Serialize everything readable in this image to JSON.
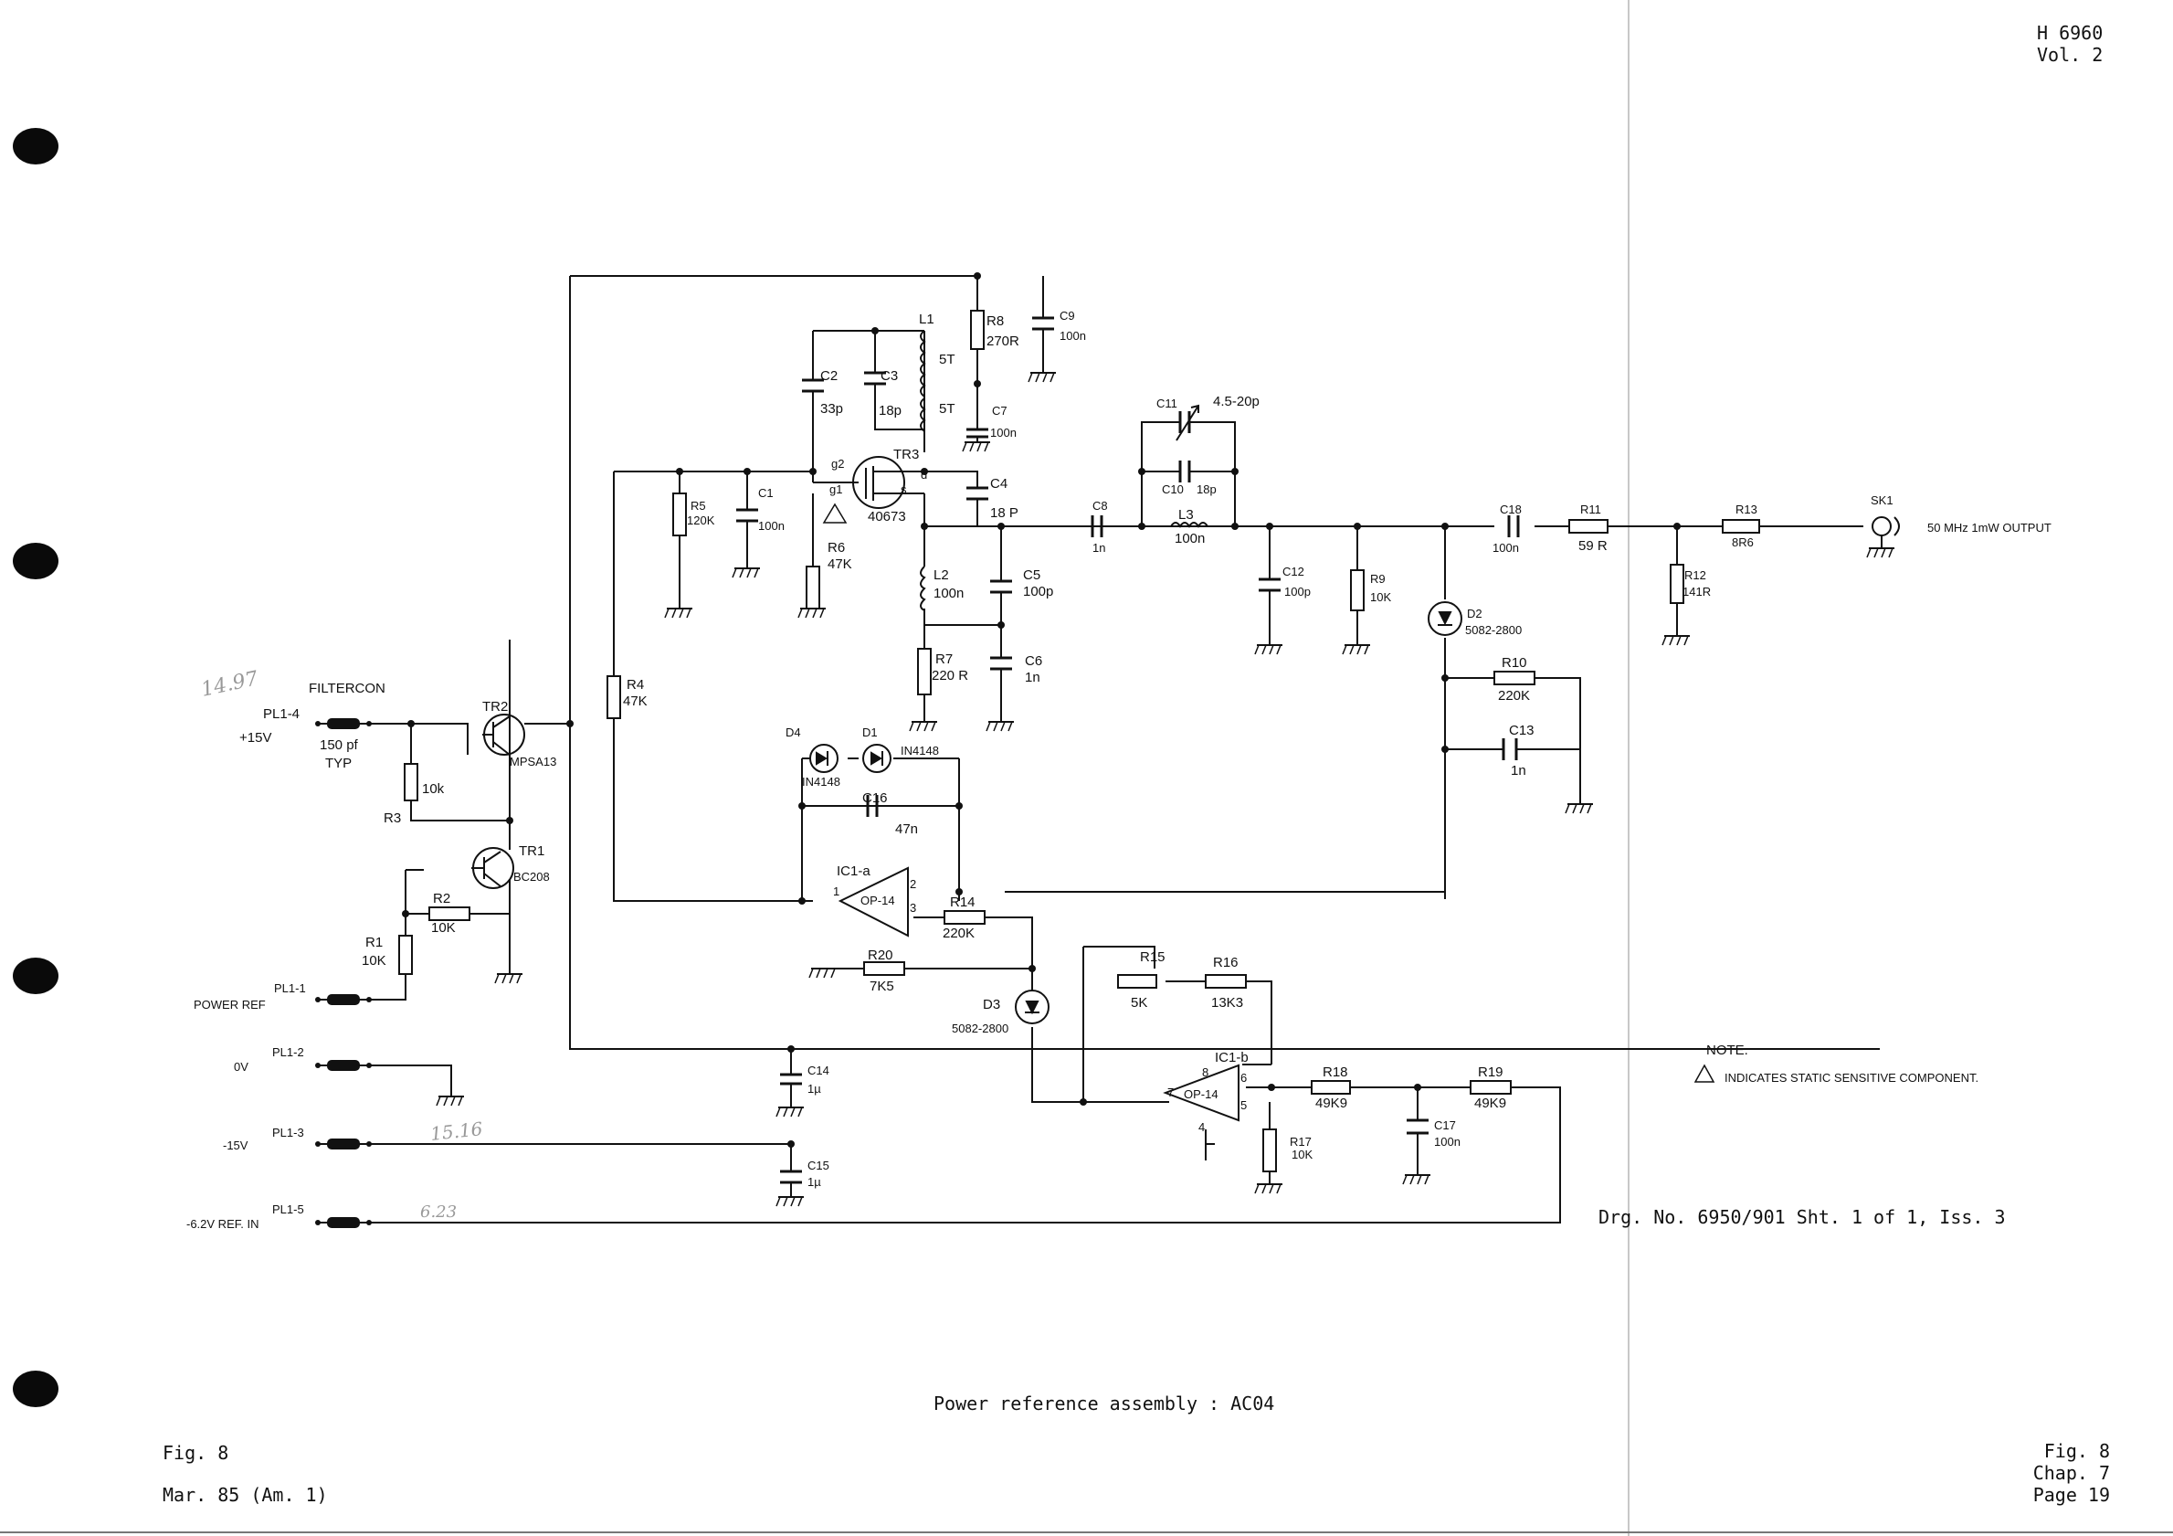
{
  "header": {
    "model": "H 6960",
    "volume": "Vol. 2"
  },
  "drawing_number": "Drg. No. 6950/901 Sht. 1 of 1, Iss. 3",
  "caption": "Power reference assembly : AC04",
  "footer_left": {
    "figure": "Fig. 8",
    "date": "Mar. 85 (Am. 1)"
  },
  "footer_right": {
    "figure": "Fig. 8",
    "chapter": "Chap. 7",
    "page": "Page 19"
  },
  "note": {
    "title": "NOTE.",
    "text": "INDICATES STATIC SENSITIVE COMPONENT."
  },
  "connectors": {
    "filtercon": "FILTERCON",
    "pl1_4": "PL1-4",
    "pl1_4_net": "+15V",
    "filter_value": "150 pf",
    "filter_typ": "TYP",
    "pl1_1": "PL1-1",
    "pl1_1_net": "POWER REF",
    "pl1_2": "PL1-2",
    "pl1_2_net": "0V",
    "pl1_3": "PL1-3",
    "pl1_3_net": "-15V",
    "pl1_5": "PL1-5",
    "pl1_5_net": "-6.2V REF. IN",
    "sk1": "SK1",
    "output": "50 MHz 1mW OUTPUT"
  },
  "handwritten": {
    "v1": "14.97",
    "v2": "15.16",
    "v3": "6.23"
  },
  "components": {
    "tr1": "TR1",
    "tr1_type": "BC208",
    "tr2": "TR2",
    "tr2_type": "MPSA13",
    "tr3": "TR3",
    "tr3_type": "40673",
    "tr3_g2": "g2",
    "tr3_g1": "g1",
    "tr3_d": "d",
    "tr3_s": "s",
    "ic1a": "IC1-a",
    "ic1a_type": "OP-14",
    "ic1a_p1": "1",
    "ic1a_p2": "2",
    "ic1a_p3": "3",
    "ic1b": "IC1-b",
    "ic1b_type": "OP-14",
    "ic1b_p4": "4",
    "ic1b_p5": "5",
    "ic1b_p6": "6",
    "ic1b_p7": "7",
    "ic1b_p8": "8",
    "r1": "R1",
    "r1_val": "10K",
    "r2": "R2",
    "r2_val": "10K",
    "r3": "R3",
    "r3_val": "10k",
    "r4": "R4",
    "r4_val": "47K",
    "r5": "R5",
    "r5_val": "120K",
    "r6": "R6",
    "r6_val": "47K",
    "r7": "R7",
    "r7_val": "220 R",
    "r8": "R8",
    "r8_val": "270R",
    "r9": "R9",
    "r9_val": "10K",
    "r10": "R10",
    "r10_val": "220K",
    "r11": "R11",
    "r11_val": "59 R",
    "r12": "R12",
    "r12_val": "141R",
    "r13": "R13",
    "r13_val": "8R6",
    "r14": "R14",
    "r14_val": "220K",
    "r15": "R15",
    "r15_val": "5K",
    "r16": "R16",
    "r16_val": "13K3",
    "r17": "R17",
    "r17_val": "10K",
    "r18": "R18",
    "r18_val": "49K9",
    "r19": "R19",
    "r19_val": "49K9",
    "r20": "R20",
    "r20_val": "7K5",
    "c1": "C1",
    "c1_val": "100n",
    "c2": "C2",
    "c2_val": "33p",
    "c3": "C3",
    "c3_val": "18p",
    "c4": "C4",
    "c4_val": "18 P",
    "c5": "C5",
    "c5_val": "100p",
    "c6": "C6",
    "c6_val": "1n",
    "c7": "C7",
    "c7_val": "100n",
    "c8": "C8",
    "c8_val": "1n",
    "c9": "C9",
    "c9_val": "100n",
    "c10": "C10",
    "c10_val": "18p",
    "c11": "C11",
    "c11_val": "4.5-20p",
    "c12": "C12",
    "c12_val": "100p",
    "c13": "C13",
    "c13_val": "1n",
    "c14": "C14",
    "c14_val": "1µ",
    "c15": "C15",
    "c15_val": "1µ",
    "c16": "C16",
    "c16_val": "47n",
    "c17": "C17",
    "c17_val": "100n",
    "c18": "C18",
    "c18_val": "100n",
    "l1": "L1",
    "l1_t1": "5T",
    "l1_t2": "5T",
    "l2": "L2",
    "l2_val": "100n",
    "l3": "L3",
    "l3_val": "100n",
    "d1": "D1",
    "d1_type": "IN4148",
    "d2": "D2",
    "d2_type": "5082-2800",
    "d3": "D3",
    "d3_type": "5082-2800",
    "d4": "D4",
    "d4_type": "IN4148"
  }
}
